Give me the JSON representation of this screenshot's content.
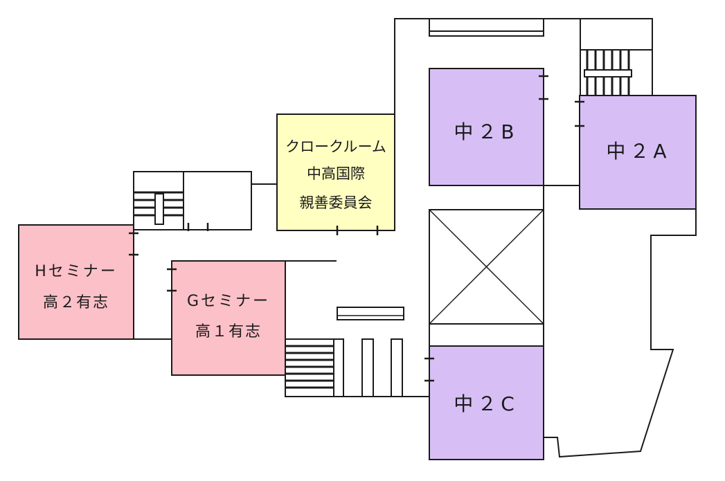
{
  "colors": {
    "classroom": "#d7bff5",
    "seminar": "#fcc0c8",
    "office": "#ffffc2",
    "wall": "#1a1a1a",
    "background": "#ffffff"
  },
  "rooms": {
    "cloak": {
      "line1": "クロークルーム",
      "line2": "中高国際",
      "line3": "親善委員会"
    },
    "c2b": {
      "label": "中２B"
    },
    "c2a": {
      "label": "中２A"
    },
    "c2c": {
      "label": "中２C"
    },
    "hsem": {
      "line1": "Hセミナー",
      "line2": "高２有志"
    },
    "gsem": {
      "line1": "Gセミナー",
      "line2": "高１有志"
    }
  }
}
